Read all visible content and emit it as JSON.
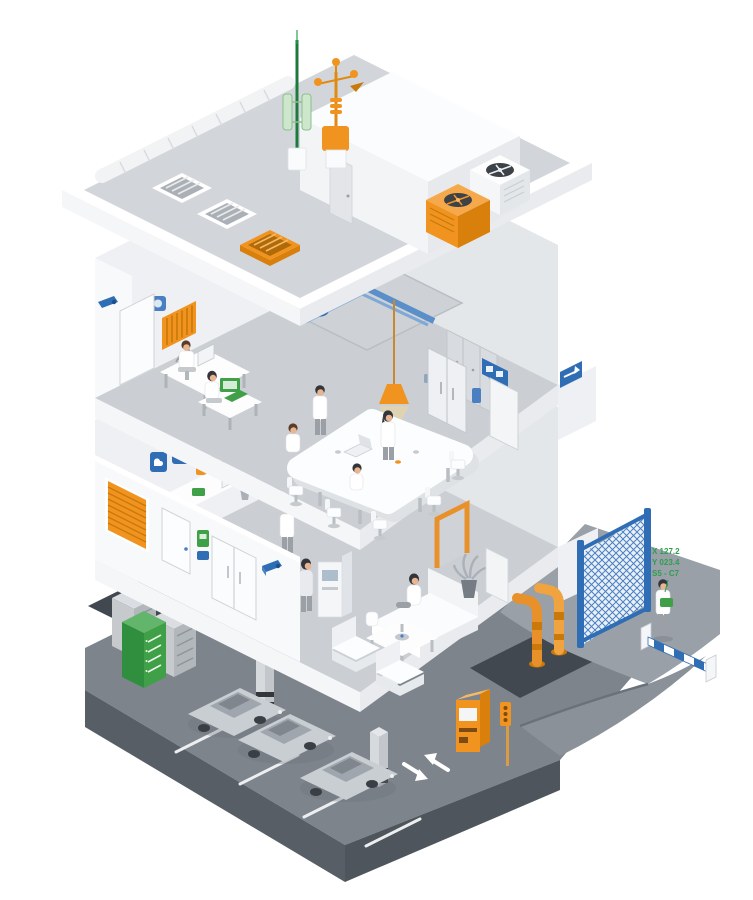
{
  "scene": {
    "type": "isometric-smart-building-cutaway",
    "background": "#ffffff",
    "palette": {
      "accent_orange": "#F0941F",
      "accent_blue": "#2F6DB5",
      "accent_green": "#3FA047",
      "wall_light": "#F8F9FB",
      "floor_gray": "#CBCFD4",
      "basement_mid": "#7D848C",
      "basement_dark": "#575E66",
      "apron_gray": "#99A0A8"
    },
    "callout": {
      "line1": "X 127.2",
      "line2": "Y 023.4",
      "line3": "S5 - C7",
      "color": "#2E9E4F"
    },
    "levels": [
      {
        "name": "roof",
        "items": [
          "antenna-mast",
          "weather-station",
          "rooftop-penthouse",
          "air-vent-white",
          "air-vent-white",
          "air-vent-orange",
          "hvac-duct",
          "ac-unit-white",
          "ac-unit-orange"
        ]
      },
      {
        "name": "office-floor",
        "items": [
          "cctv-camera",
          "thermostat-panel",
          "radiator",
          "office-desk",
          "green-workstation",
          "ceiling-pipes",
          "sprinkler",
          "pendant-lamp",
          "conference-table",
          "chairs",
          "lockers",
          "double-door",
          "exit-sign",
          "access-panel"
        ]
      },
      {
        "name": "ground-floor",
        "items": [
          "roller-shutter",
          "entrance-doors",
          "intercom-signs",
          "cctv-camera",
          "reception-desk",
          "wall-signs",
          "wifi-signal",
          "info-kiosk",
          "sofa",
          "coffee-table",
          "armchairs",
          "orange-doorway",
          "potted-plant"
        ]
      },
      {
        "name": "basement-parking",
        "items": [
          "server-racks",
          "cars",
          "parking-lines",
          "pillars",
          "ticket-kiosk",
          "traffic-light",
          "lane-arrows",
          "utility-pipes",
          "mesh-gate",
          "surveyor",
          "barrier-arm",
          "driveway-ramp"
        ]
      }
    ]
  }
}
